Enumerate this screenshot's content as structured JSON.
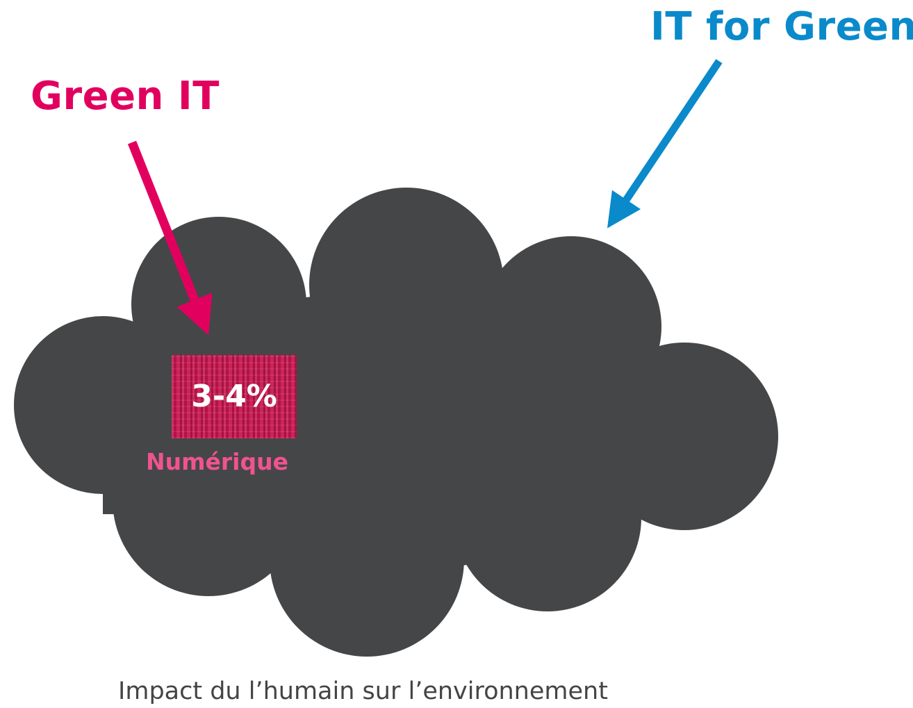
{
  "labels": {
    "green_it": "Green IT",
    "it_for_green": "IT for Green",
    "percentage": "3-4%",
    "numerique": "Numérique",
    "caption": "Impact du l’humain sur l’environnement"
  },
  "colors": {
    "cloud": "#454647",
    "green_it": "#e2005f",
    "it_for_green": "#0a8acb",
    "numerique": "#f0538e",
    "percentage_box": "#c8164f"
  },
  "icons": {
    "cloud": "cloud-shape",
    "green_it_arrow": "arrow-down-right",
    "it_for_green_arrow": "arrow-down-left",
    "percentage_box": "server-rack-image"
  }
}
